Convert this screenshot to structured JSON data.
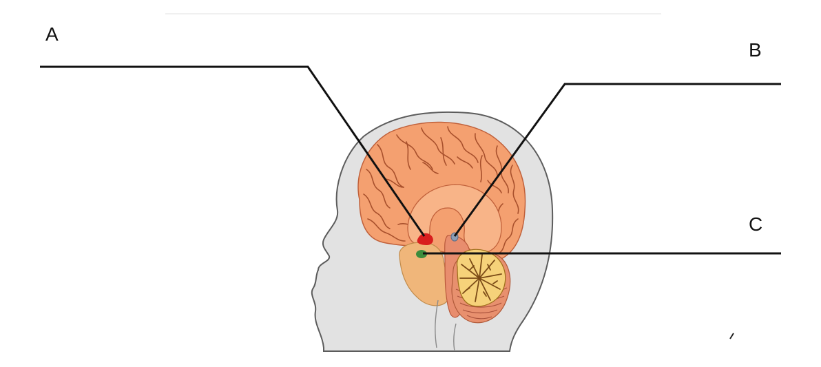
{
  "labels": {
    "a": "A",
    "b": "B",
    "c": "C"
  },
  "colors": {
    "head_fill": "#e2e2e2",
    "head_outline": "#5c5c5c",
    "cerebrum": "#f4a070",
    "inner_brain": "#f8b488",
    "diencephalon": "#f0b67a",
    "cerebellum": "#f6d27a",
    "brainstem": "#e88d6e",
    "marker_a": "#d81e1e",
    "marker_b": "#8c9cb4",
    "marker_c": "#3c8c3c",
    "leader_line": "#111111"
  }
}
